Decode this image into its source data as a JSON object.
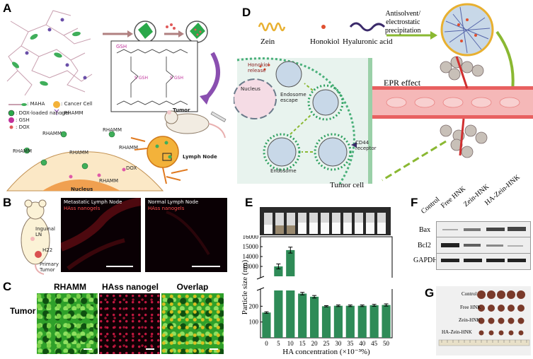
{
  "panels": {
    "A": {
      "label": "A",
      "legend": {
        "maha": ": MAHA",
        "cancer_cell": ": Cancer Cell",
        "dox_nanogel": ": DOX-loaded nanogel",
        "rhamm": ": RHAMM",
        "gsh": ": GSH",
        "dox": ": DOX"
      },
      "tumor": "Tumor",
      "lymph_node": "Lymph Node",
      "nucleus": "Nucleus",
      "rhamm_tags": [
        "RHAMM",
        "RHAMM",
        "RHAMM",
        "RHAMM",
        "RHAMM",
        "RHAMM",
        "DOX"
      ],
      "gsh_tag": "GSH"
    },
    "B": {
      "label": "B",
      "mouse_labels": [
        "Inguinal",
        "LN",
        "H22",
        "Primary",
        "Tumor"
      ],
      "image1_title": "Metastatic Lymph Node",
      "image1_sub": "HAss nanogels",
      "image2_title": "Normal Lymph Node",
      "image2_sub": "HAss nanogels"
    },
    "C": {
      "label": "C",
      "headers": [
        "RHAMM",
        "HAss nanogel",
        "Overlap"
      ],
      "row_label": "Tumor"
    },
    "D": {
      "label": "D",
      "components": [
        "Zein",
        "Honokiol",
        "Hyaluronic acid"
      ],
      "process": "Antisolvent/\nelectrostatic\nprecipitation",
      "epr": "EPR effect",
      "nucleus": "Nucleus",
      "honokiol_release": "Honokiol\nrelease",
      "endosome_escape": "Endosome\nescape",
      "endosome": "Endosome",
      "cd44": "CD44\nreceptor",
      "tumor_cell": "Tumor cell"
    },
    "F": {
      "label": "F",
      "lanes": [
        "Control",
        "Free HNK",
        "Zein-HNK",
        "HA-Zein-HNK"
      ],
      "proteins": [
        "Bax",
        "Bcl2",
        "GAPDH"
      ]
    },
    "G": {
      "label": "G",
      "rows": [
        "Control",
        "Free HNK",
        "Zein-HNK",
        "HA-Zein-HNK"
      ]
    },
    "E": {
      "label": "E"
    }
  },
  "chart_data": {
    "type": "bar",
    "categories": [
      "0",
      "5",
      "10",
      "15",
      "20",
      "25",
      "30",
      "35",
      "40",
      "45",
      "50"
    ],
    "values": [
      160,
      13000,
      14650,
      280,
      260,
      200,
      203,
      203,
      203,
      206,
      208
    ],
    "errors": [
      5,
      250,
      300,
      8,
      8,
      4,
      5,
      5,
      5,
      6,
      7
    ],
    "xlabel": "HA concentration (×10⁻³%)",
    "ylabel": "Particle size (nm)",
    "axis_break": [
      300,
      12000
    ],
    "lower_range": [
      0,
      300
    ],
    "upper_range": [
      12000,
      16000
    ],
    "lower_ticks": [
      100,
      200
    ],
    "upper_ticks": [
      13000,
      14000,
      15000,
      16000
    ],
    "bar_color": "#2e8b57"
  }
}
